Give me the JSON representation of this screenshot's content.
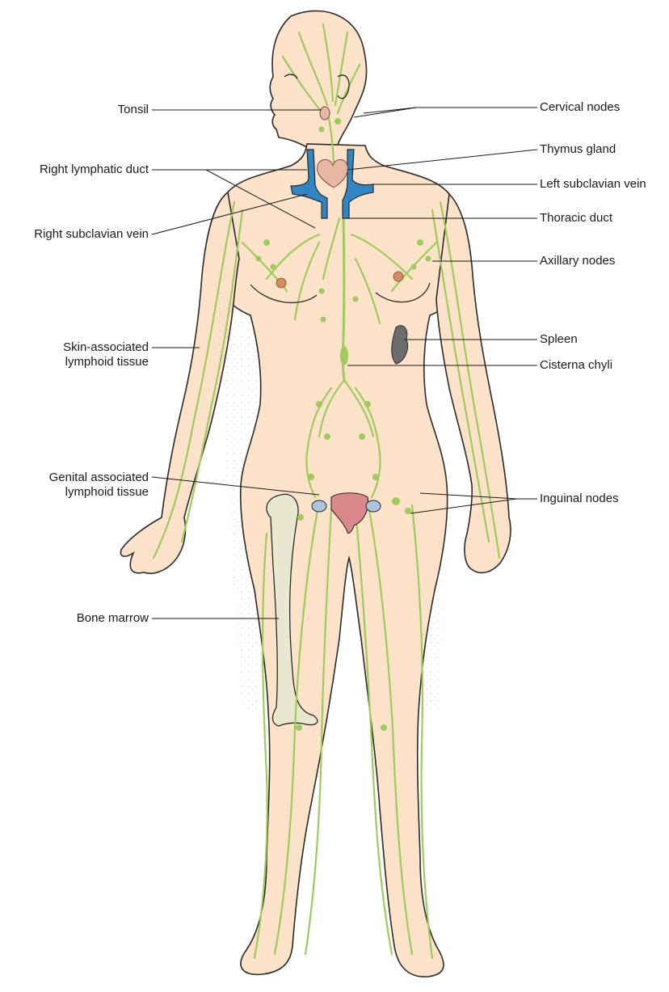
{
  "labels_left": {
    "tonsil": "Tonsil",
    "right_lymphatic_duct": "Right lymphatic duct",
    "right_subclavian_vein": "Right subclavian vein",
    "skin_associated_line1": "Skin-associated",
    "skin_associated_line2": "lymphoid tissue",
    "genital_associated_line1": "Genital associated",
    "genital_associated_line2": "lymphoid tissue",
    "bone_marrow": "Bone marrow"
  },
  "labels_right": {
    "cervical_nodes": "Cervical nodes",
    "thymus_gland": "Thymus gland",
    "left_subclavian_vein": "Left subclavian vein",
    "thoracic_duct": "Thoracic duct",
    "axillary_nodes": "Axillary nodes",
    "spleen": "Spleen",
    "cisterna_chyli": "Cisterna chyli",
    "inguinal_nodes": "Inguinal nodes"
  },
  "colors": {
    "skin": "#fbe2c8",
    "outline": "#2a2a2a",
    "lymph": "#9ecb5c",
    "vein": "#2f86c2",
    "thymus": "#e8b7a3",
    "spleen": "#6d6d6d",
    "uterus": "#d9898c",
    "ovary": "#a9c6de",
    "bone": "#e7e8cf"
  }
}
